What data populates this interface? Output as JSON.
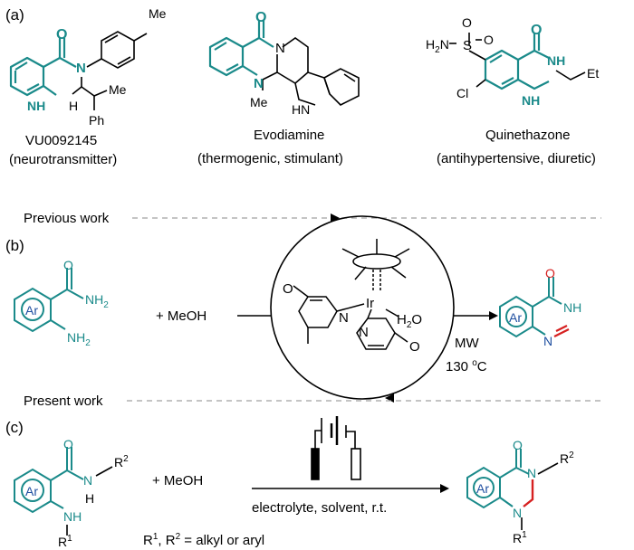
{
  "panel_a": {
    "label": "(a)",
    "compounds": [
      {
        "name": "VU0092145",
        "desc": "(neurotransmitter)",
        "subs": {
          "me": "Me",
          "me2": "Me",
          "ph": "Ph",
          "n1": "N",
          "nh": "NH",
          "o": "O"
        }
      },
      {
        "name": "Evodiamine",
        "desc": "(thermogenic, stimulant)",
        "subs": {
          "n_top": "N",
          "n_bot": "N",
          "me": "Me",
          "hn": "HN",
          "o": "O"
        }
      },
      {
        "name": "Quinethazone",
        "desc": "(antihypertensive, diuretic)",
        "subs": {
          "h2n": "H2N",
          "s": "S",
          "o1": "O",
          "o2": "O",
          "cl": "Cl",
          "nh1": "NH",
          "nh2": "NH",
          "et": "Et",
          "o": "O"
        }
      }
    ]
  },
  "section_previous": "Previous work",
  "panel_b": {
    "label": "(b)",
    "reactant_labels": {
      "ar": "Ar",
      "nh2_top": "NH2",
      "nh2_bot": "NH2",
      "o": "O"
    },
    "plus_meoh": "+ MeOH",
    "catalyst": {
      "ir": "Ir",
      "h2o": "H2O",
      "n1": "N",
      "n2": "N",
      "o1": "O",
      "o2": "O"
    },
    "conditions": [
      "MW",
      "130 oC"
    ],
    "product_labels": {
      "ar": "Ar",
      "nh": "NH",
      "n": "N",
      "o": "O"
    }
  },
  "section_present": "Present work",
  "panel_c": {
    "label": "(c)",
    "reactant_labels": {
      "ar": "Ar",
      "o": "O",
      "n": "N",
      "h": "H",
      "r2": "R2",
      "nh": "NH",
      "r1": "R1"
    },
    "plus_meoh": "+ MeOH",
    "conditions": "electrolyte, solvent, r.t.",
    "note": "R1, R2 = alkyl or aryl",
    "product_labels": {
      "ar": "Ar",
      "o": "O",
      "n3": "N",
      "r2": "R2",
      "n1": "N",
      "r1": "R1"
    }
  },
  "colors": {
    "teal": "#1a8a8a",
    "blue": "#1f4fa0",
    "red": "#d62020",
    "black": "#000000"
  }
}
